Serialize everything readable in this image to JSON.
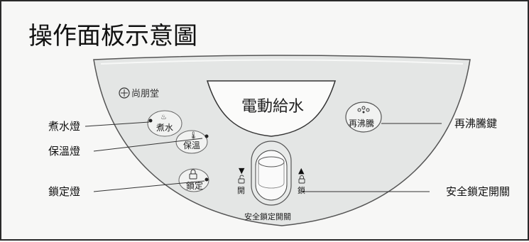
{
  "title": "操作面板示意圖",
  "brand": "尚朋堂",
  "window_label": "電動給水",
  "buttons": {
    "boil": "煮水",
    "keep_warm": "保溫",
    "lock": "鎖定",
    "reboil": "再沸騰"
  },
  "switch": {
    "open_label": "開",
    "lock_label": "鎖",
    "caption": "安全鎖定開關"
  },
  "callouts": {
    "boil_light": "煮水燈",
    "keep_warm_light": "保溫燈",
    "lock_light": "鎖定燈",
    "reboil_key": "再沸騰鍵",
    "safety_switch": "安全鎖定開關"
  },
  "colors": {
    "panel_fill": "#e6e8e7",
    "line": "#333333"
  }
}
